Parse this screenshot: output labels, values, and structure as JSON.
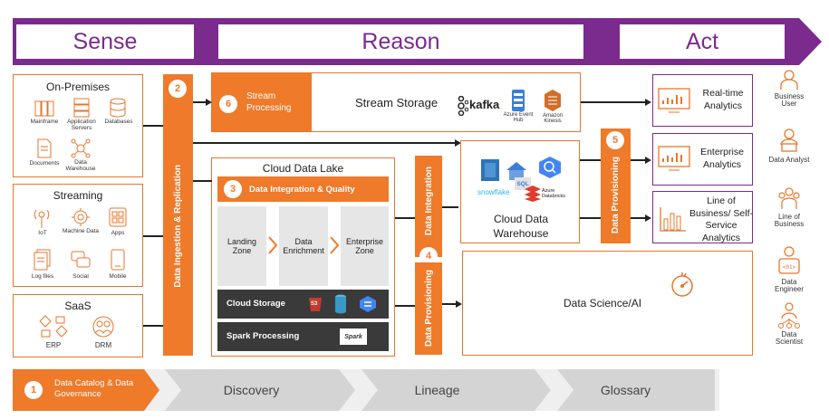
{
  "banner": {
    "sense": "Sense",
    "reason": "Reason",
    "act": "Act"
  },
  "sources": {
    "on_premises": {
      "title": "On-Premises",
      "items": [
        "Mainframe",
        "Application Servers",
        "Databases",
        "Documents",
        "Data Warehouse"
      ]
    },
    "streaming": {
      "title": "Streaming",
      "items": [
        "IoT",
        "Machine Data",
        "Apps",
        "Log files",
        "Social",
        "Mobile"
      ]
    },
    "saas": {
      "title": "SaaS",
      "items": [
        "ERP",
        "DRM"
      ]
    }
  },
  "ingestion": {
    "num": "2",
    "label": "Data Ingestion & Replication"
  },
  "stream": {
    "num": "6",
    "label": "Stream Processing",
    "storage": "Stream Storage",
    "vendors": [
      "kafka",
      "Azure Event Hub",
      "Amazon Kinesis"
    ]
  },
  "lake": {
    "title": "Cloud Data Lake",
    "integration": {
      "num": "3",
      "label": "Data Integration & Quality"
    },
    "zones": [
      "Landing Zone",
      "Data Enrichment",
      "Enterprise Zone"
    ],
    "cloud_storage": "Cloud Storage",
    "spark": "Spark Processing",
    "spark_logo": "Spark",
    "s3": "S3"
  },
  "mid_col": {
    "integration": "Data Integration",
    "num": "4",
    "provisioning": "Data Provisioning"
  },
  "warehouse": {
    "title": "Cloud Data Warehouse",
    "logos": [
      "snowflake",
      "SQL",
      "Azure Databricks"
    ]
  },
  "provisioning5": {
    "num": "5",
    "label": "Data Provisioning"
  },
  "datascience": {
    "label": "Data Science/AI"
  },
  "analytics": [
    {
      "label": "Real-time Analytics"
    },
    {
      "label": "Enterprise Analytics"
    },
    {
      "label": "Line of Business/ Self-Service Analytics"
    }
  ],
  "personas": [
    "Business User",
    "Data Analyst",
    "Line of Business",
    "Data Engineer",
    "Data Scientist"
  ],
  "governance": {
    "num": "1",
    "label": "Data Catalog & Data Governance",
    "steps": [
      "Discovery",
      "Lineage",
      "Glossary"
    ]
  },
  "colors": {
    "orange": "#ee7a2a",
    "purple": "#7b2a8e",
    "grey": "#d9d9d9"
  }
}
